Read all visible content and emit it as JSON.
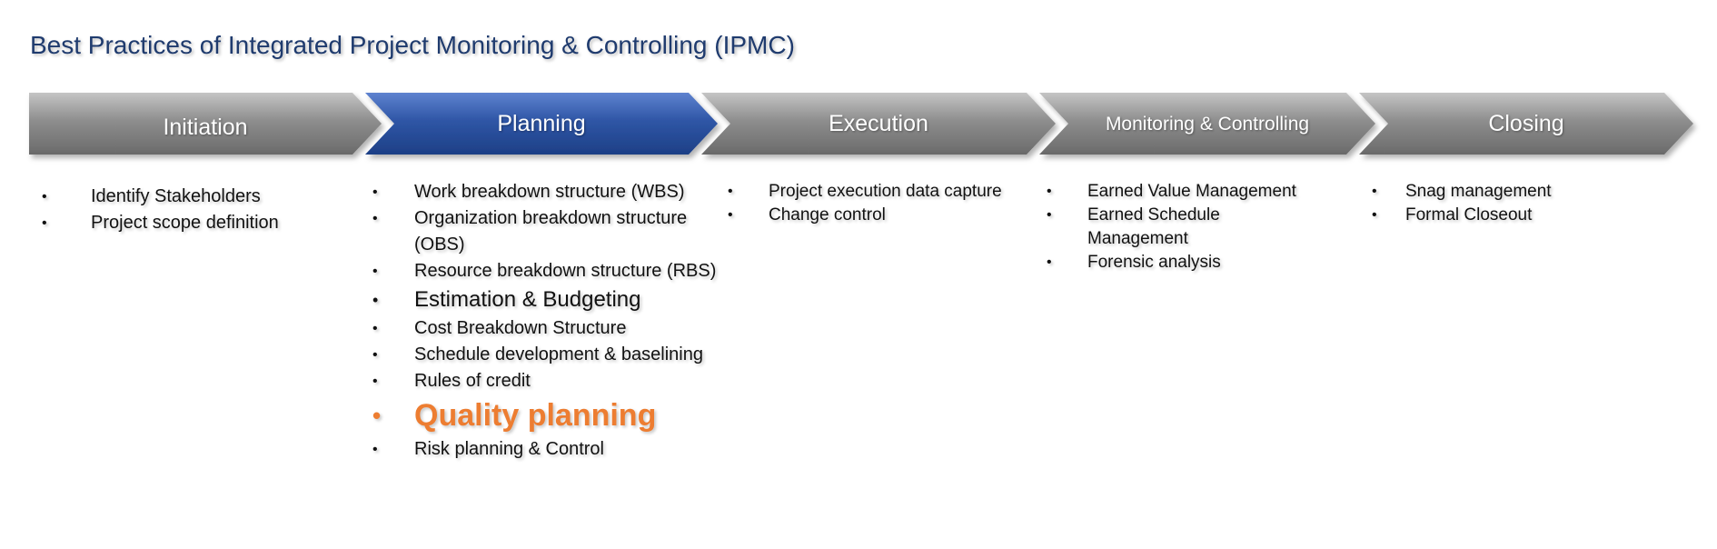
{
  "title": "Best Practices of Integrated Project Monitoring & Controlling (IPMC)",
  "colors": {
    "title": "#1f3b6e",
    "phase_default": "#8c8c8c",
    "phase_active": "#2f56a6",
    "highlight": "#ed7d31"
  },
  "phases": [
    {
      "name": "Initiation",
      "active": false,
      "items": [
        {
          "text": "Identify Stakeholders"
        },
        {
          "text": "Project scope definition"
        }
      ]
    },
    {
      "name": "Planning",
      "active": true,
      "items": [
        {
          "text": "Work breakdown structure (WBS)"
        },
        {
          "text": "Organization breakdown structure (OBS)"
        },
        {
          "text": "Resource breakdown structure (RBS)"
        },
        {
          "text": "Estimation & Budgeting",
          "style": "big"
        },
        {
          "text": "Cost Breakdown Structure"
        },
        {
          "text": "Schedule development & baselining"
        },
        {
          "text": "Rules of credit"
        },
        {
          "text": "Quality planning",
          "style": "highlight"
        },
        {
          "text": "Risk planning & Control"
        }
      ]
    },
    {
      "name": "Execution",
      "active": false,
      "items": [
        {
          "text": "Project execution data capture"
        },
        {
          "text": "Change control"
        }
      ]
    },
    {
      "name": "Monitoring & Controlling",
      "active": false,
      "items": [
        {
          "text": "Earned Value Management"
        },
        {
          "text": "Earned Schedule Management"
        },
        {
          "text": "Forensic analysis"
        }
      ]
    },
    {
      "name": "Closing",
      "active": false,
      "items": [
        {
          "text": "Snag management"
        },
        {
          "text": "Formal Closeout"
        }
      ]
    }
  ]
}
